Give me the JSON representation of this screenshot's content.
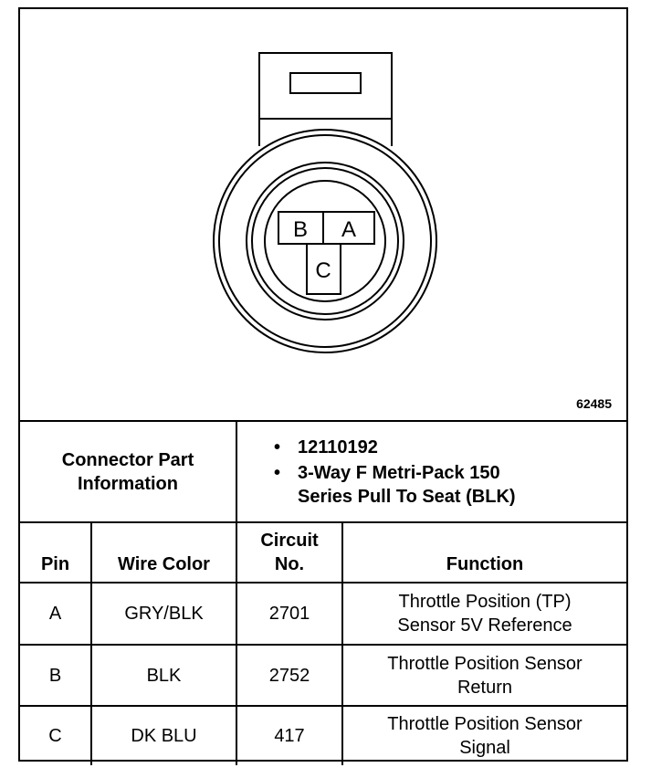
{
  "diagram": {
    "figure_number": "62485",
    "cavities": [
      {
        "label": "B"
      },
      {
        "label": "A"
      },
      {
        "label": "C"
      }
    ]
  },
  "connector_info": {
    "label_line1": "Connector Part",
    "label_line2": "Information",
    "bullets": [
      "12110192",
      "3-Way F Metri-Pack 150 Series Pull To Seat (BLK)"
    ],
    "bullet2_line1": "3-Way F Metri-Pack 150",
    "bullet2_line2": "Series Pull To Seat (BLK)"
  },
  "table": {
    "headers": {
      "pin": "Pin",
      "wire_color": "Wire Color",
      "circuit_line1": "Circuit",
      "circuit_line2": "No.",
      "function": "Function"
    },
    "rows": [
      {
        "pin": "A",
        "wire_color": "GRY/BLK",
        "circuit": "2701",
        "function_line1": "Throttle Position (TP)",
        "function_line2": "Sensor 5V Reference"
      },
      {
        "pin": "B",
        "wire_color": "BLK",
        "circuit": "2752",
        "function_line1": "Throttle Position Sensor",
        "function_line2": "Return"
      },
      {
        "pin": "C",
        "wire_color": "DK BLU",
        "circuit": "417",
        "function_line1": "Throttle Position Sensor",
        "function_line2": "Signal"
      }
    ]
  }
}
